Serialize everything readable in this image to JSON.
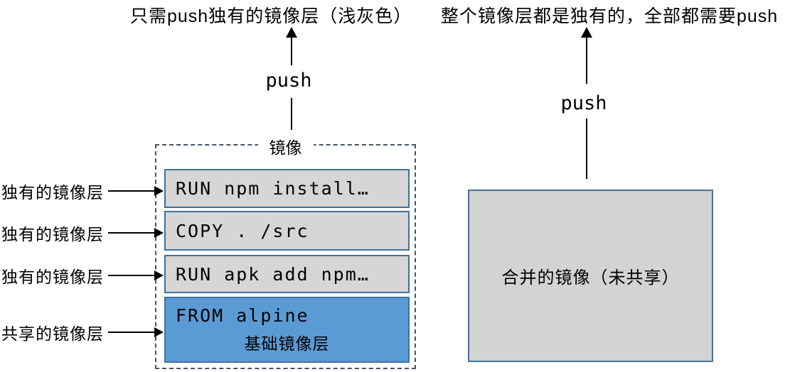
{
  "left": {
    "caption": "只需push独有的镜像层（浅灰色）",
    "push_label": "push",
    "box_title": "镜像",
    "layers": [
      {
        "text": "RUN npm install…",
        "type": "unique"
      },
      {
        "text": "COPY . /src",
        "type": "unique"
      },
      {
        "text": "RUN apk add npm…",
        "type": "unique"
      },
      {
        "text": "FROM alpine",
        "sub_label": "基础镜像层",
        "type": "shared"
      }
    ],
    "annotations": [
      "独有的镜像层",
      "独有的镜像层",
      "独有的镜像层",
      "共享的镜像层"
    ]
  },
  "right": {
    "caption": "整个镜像层都是独有的，全部都需要push",
    "push_label": "push",
    "box_label": "合并的镜像（未共享）"
  },
  "colors": {
    "shared_layer_fill": "#5b9bd5",
    "unique_layer_fill": "#d6d6d6",
    "layer_border": "#41719c",
    "dashed_border": "#44546a",
    "merged_box_fill": "#d3d3d3",
    "arrow_color": "#000000"
  }
}
